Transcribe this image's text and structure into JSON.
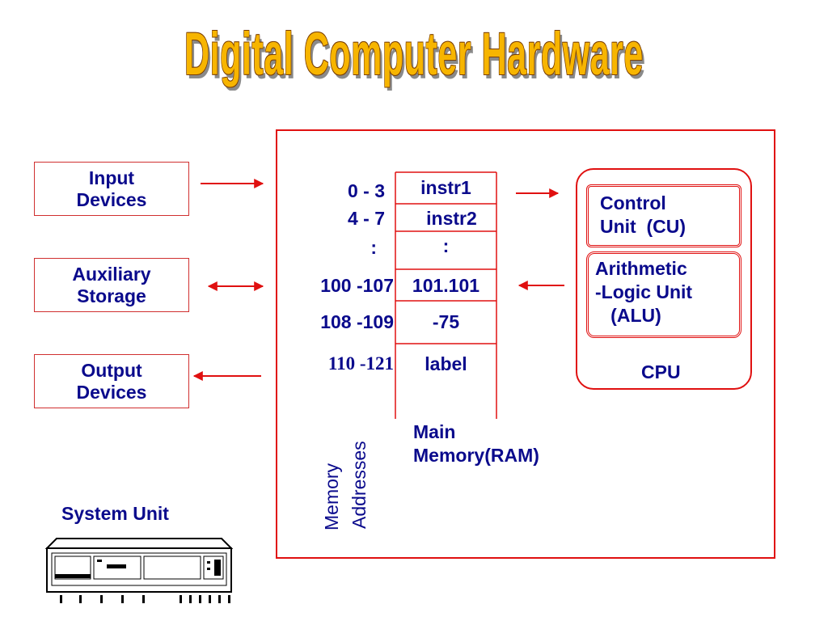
{
  "title": "Digital Computer Hardware",
  "peripherals": {
    "input": "Input\nDevices",
    "auxiliary": "Auxiliary\nStorage",
    "output": "Output\nDevices"
  },
  "memory": {
    "rows": [
      {
        "address": "0 - 3",
        "content": "instr1"
      },
      {
        "address": "4 - 7",
        "content": "instr2"
      },
      {
        "address": ":",
        "content": ":"
      },
      {
        "address": "100 -107",
        "content": "101.101"
      },
      {
        "address": "108 -109",
        "content": "-75"
      },
      {
        "address": "110 -121",
        "content": "label"
      }
    ],
    "addresses_label_1": "Memory",
    "addresses_label_2": "Addresses",
    "main_memory_label": "Main\nMemory(RAM)"
  },
  "cpu": {
    "control_unit": "Control\nUnit  (CU)",
    "alu": "Arithmetic\n-Logic Unit\n   (ALU)",
    "label": "CPU"
  },
  "system_unit_label": "System Unit",
  "colors": {
    "title_fill": "#f7b500",
    "text": "#0a0a8c",
    "border": "#e01010"
  }
}
